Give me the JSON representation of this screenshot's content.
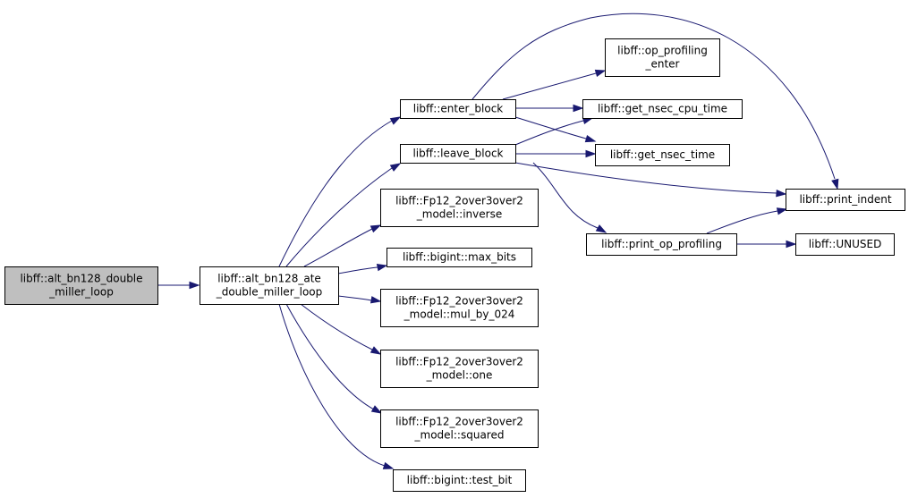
{
  "graph": {
    "nodes": [
      {
        "id": "root",
        "lines": [
          "libff::alt_bn128_double",
          "_miller_loop"
        ],
        "highlight": true
      },
      {
        "id": "ate",
        "lines": [
          "libff::alt_bn128_ate",
          "_double_miller_loop"
        ]
      },
      {
        "id": "enter",
        "lines": [
          "libff::enter_block"
        ]
      },
      {
        "id": "leave",
        "lines": [
          "libff::leave_block"
        ]
      },
      {
        "id": "inverse",
        "lines": [
          "libff::Fp12_2over3over2",
          "_model::inverse"
        ]
      },
      {
        "id": "maxbits",
        "lines": [
          "libff::bigint::max_bits"
        ]
      },
      {
        "id": "mul024",
        "lines": [
          "libff::Fp12_2over3over2",
          "_model::mul_by_024"
        ]
      },
      {
        "id": "one",
        "lines": [
          "libff::Fp12_2over3over2",
          "_model::one"
        ]
      },
      {
        "id": "squared",
        "lines": [
          "libff::Fp12_2over3over2",
          "_model::squared"
        ]
      },
      {
        "id": "testbit",
        "lines": [
          "libff::bigint::test_bit"
        ]
      },
      {
        "id": "opprof",
        "lines": [
          "libff::op_profiling",
          "_enter"
        ]
      },
      {
        "id": "cputime",
        "lines": [
          "libff::get_nsec_cpu_time"
        ]
      },
      {
        "id": "nsectime",
        "lines": [
          "libff::get_nsec_time"
        ]
      },
      {
        "id": "printop",
        "lines": [
          "libff::print_op_profiling"
        ]
      },
      {
        "id": "indent",
        "lines": [
          "libff::print_indent"
        ]
      },
      {
        "id": "unused",
        "lines": [
          "libff::UNUSED"
        ]
      }
    ],
    "edges": [
      {
        "from": "root",
        "to": "ate"
      },
      {
        "from": "ate",
        "to": "enter"
      },
      {
        "from": "ate",
        "to": "leave"
      },
      {
        "from": "ate",
        "to": "inverse"
      },
      {
        "from": "ate",
        "to": "maxbits"
      },
      {
        "from": "ate",
        "to": "mul024"
      },
      {
        "from": "ate",
        "to": "one"
      },
      {
        "from": "ate",
        "to": "squared"
      },
      {
        "from": "ate",
        "to": "testbit"
      },
      {
        "from": "enter",
        "to": "opprof"
      },
      {
        "from": "enter",
        "to": "cputime"
      },
      {
        "from": "enter",
        "to": "nsectime"
      },
      {
        "from": "enter",
        "to": "indent"
      },
      {
        "from": "leave",
        "to": "cputime"
      },
      {
        "from": "leave",
        "to": "nsectime"
      },
      {
        "from": "leave",
        "to": "indent"
      },
      {
        "from": "leave",
        "to": "printop"
      },
      {
        "from": "printop",
        "to": "indent"
      },
      {
        "from": "printop",
        "to": "unused"
      }
    ],
    "colors": {
      "edge": "#191970",
      "root_fill": "#bfbfbf",
      "node_fill": "#ffffff",
      "border": "#000000"
    }
  }
}
